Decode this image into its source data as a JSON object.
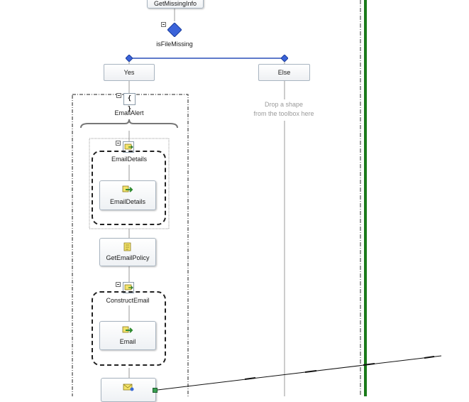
{
  "shapes": {
    "get_missing_info": "GetMissingInfo",
    "decide": "isFileMissing",
    "branch_yes": "Yes",
    "branch_else": "Else",
    "drop_hint_line1": "Drop a shape",
    "drop_hint_line2": "from the toolbox here",
    "scope_email_alert": "EmailAlert",
    "construct_email_details": "EmailDetails",
    "transform_email_details": "EmailDetails",
    "get_email_policy": "GetEmailPolicy",
    "construct_email": "ConstructEmail",
    "transform_email": "Email"
  },
  "colors": {
    "diamond": "#3b63d9",
    "port_line": "#1a7a1a",
    "shape_border": "#a8b4c0",
    "connector": "#9a9a9a"
  },
  "icons": {
    "decide": "diamond-icon",
    "scope": "braces-icon",
    "construct": "construct-message-icon",
    "transform": "transform-arrow-icon",
    "expression": "expression-scroll-icon",
    "send": "send-envelope-icon"
  }
}
